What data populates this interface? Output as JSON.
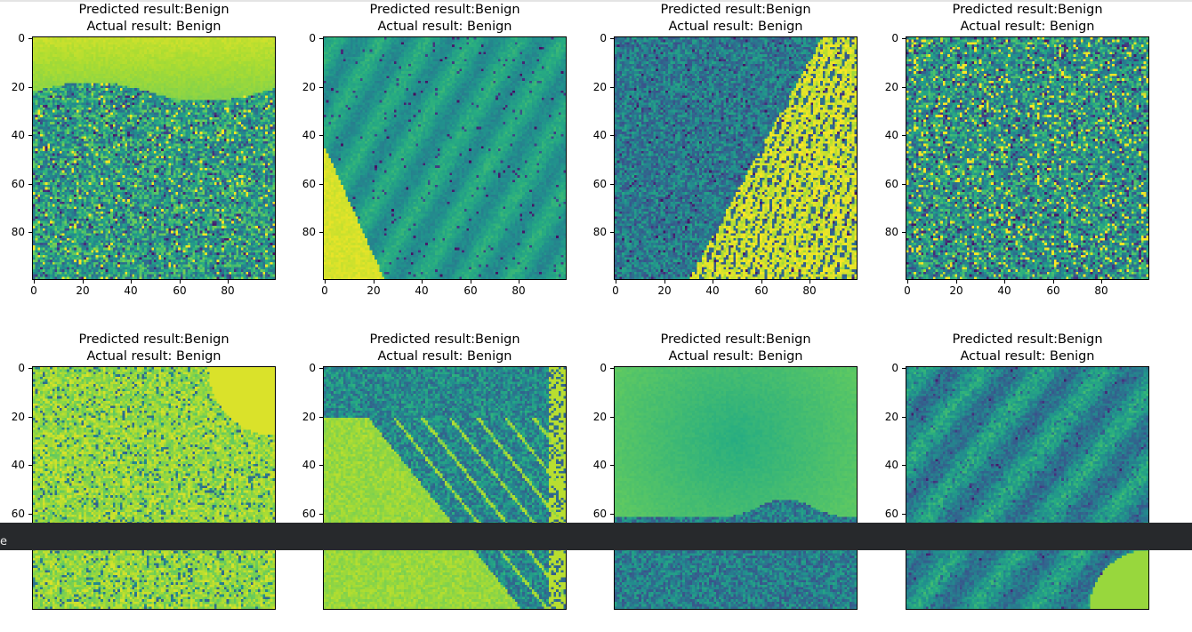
{
  "colormap": "viridis",
  "colors": {
    "viridis_dark": "#440154",
    "viridis_blue": "#31688e",
    "viridis_teal": "#21918c",
    "viridis_green": "#35b779",
    "viridis_yellow": "#fde725",
    "bottom_bar": "#27292c"
  },
  "subplots": [
    {
      "title_line1": "Predicted result:Benign",
      "title_line2": "Actual result: Benign",
      "yticks": [
        "0",
        "20",
        "40",
        "60",
        "80"
      ],
      "xticks": [
        "0",
        "20",
        "40",
        "60",
        "80"
      ],
      "texture": "sky-top",
      "seed": 11
    },
    {
      "title_line1": "Predicted result:Benign",
      "title_line2": "Actual result: Benign",
      "yticks": [
        "0",
        "20",
        "40",
        "60",
        "80"
      ],
      "xticks": [
        "0",
        "20",
        "40",
        "60",
        "80"
      ],
      "texture": "green-dots",
      "seed": 23
    },
    {
      "title_line1": "Predicted result:Benign",
      "title_line2": "Actual result: Benign",
      "yticks": [
        "0",
        "20",
        "40",
        "60",
        "80"
      ],
      "xticks": [
        "0",
        "20",
        "40",
        "60",
        "80"
      ],
      "texture": "diagonal-yellow",
      "seed": 37
    },
    {
      "title_line1": "Predicted result:Benign",
      "title_line2": "Actual result: Benign",
      "yticks": [
        "0",
        "20",
        "40",
        "60",
        "80"
      ],
      "xticks": [
        "0",
        "20",
        "40",
        "60",
        "80"
      ],
      "texture": "speckled",
      "seed": 41
    },
    {
      "title_line1": "Predicted result:Benign",
      "title_line2": "Actual result: Benign",
      "yticks": [
        "0",
        "20",
        "40",
        "60"
      ],
      "xticks": [],
      "texture": "yellow-corner",
      "seed": 53
    },
    {
      "title_line1": "Predicted result:Benign",
      "title_line2": "Actual result: Benign",
      "yticks": [
        "0",
        "20",
        "40",
        "60"
      ],
      "xticks": [],
      "texture": "veins",
      "seed": 67
    },
    {
      "title_line1": "Predicted result:Benign",
      "title_line2": "Actual result: Benign",
      "yticks": [
        "0",
        "20",
        "40",
        "60"
      ],
      "xticks": [],
      "texture": "smooth-bottom-dark",
      "seed": 71
    },
    {
      "title_line1": "Predicted result:Benign",
      "title_line2": "Actual result: Benign",
      "yticks": [
        "0",
        "20",
        "40",
        "60"
      ],
      "xticks": [],
      "texture": "blue-fibers",
      "seed": 83
    }
  ],
  "bottom_bar": {
    "text": "e"
  }
}
